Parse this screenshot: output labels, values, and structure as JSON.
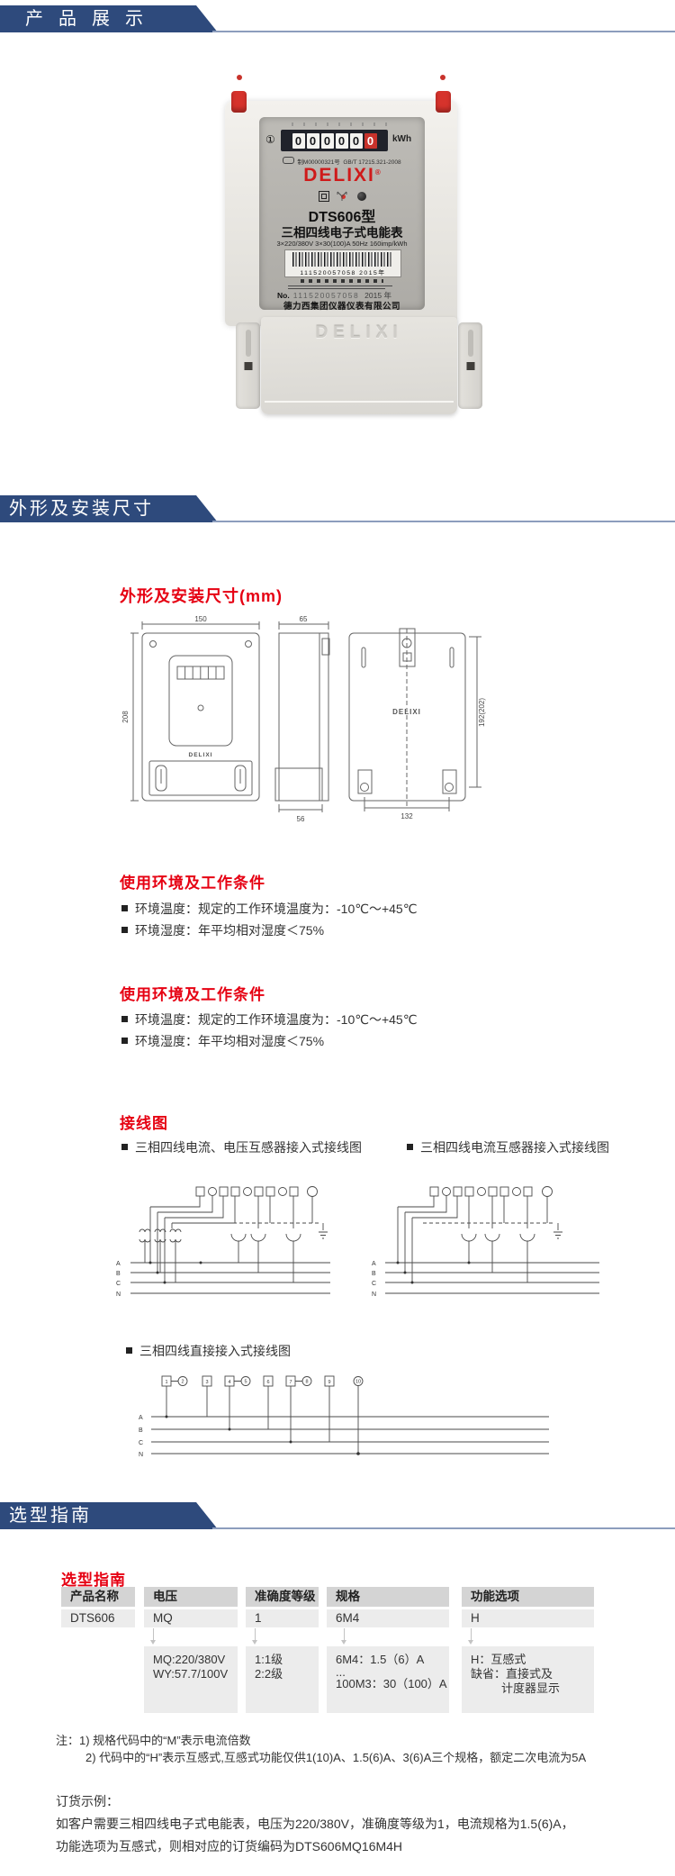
{
  "colors": {
    "banner_bg": "#2e4a7c",
    "banner_text": "#ffffff",
    "rule_line": "#8c9dbd",
    "accent_red": "#e60012",
    "brand_red": "#cf1a1a",
    "table_header_bg": "#d4d4d4",
    "table_cell_bg": "#ececec"
  },
  "banners": {
    "b1": "产品展示",
    "b2": "外形及安装尺寸",
    "b3": "选型指南"
  },
  "meter": {
    "register_class": "①",
    "register_digits": [
      "0",
      "0",
      "0",
      "0",
      "0",
      "0"
    ],
    "register_unit": "kWh",
    "approval": "制M00000321号",
    "standard": "GB/T 17215.321-2008",
    "brand": "DELIXI",
    "brand_reg": "®",
    "model": "DTS606型",
    "product_name": "三相四线电子式电能表",
    "specs": "3×220/380V 3×30(100)A 50Hz 160imp/kWh",
    "barcode_text": "111520057058  2015年",
    "serial_no_label": "No.",
    "serial_number": "111520057058",
    "serial_year": "2015 年",
    "company": "德力西集团仪器仪表有限公司",
    "embossed_logo": "DELIXI"
  },
  "dim_section": {
    "heading": "外形及安装尺寸(mm)",
    "front_width": "150",
    "front_height": "208",
    "side_top": "65",
    "side_bottom": "56",
    "back_width": "132",
    "back_height": "192(202)",
    "logo": "DELIXI"
  },
  "env_sections": [
    {
      "heading": "使用环境及工作条件",
      "items": [
        "环境温度：规定的工作环境温度为：-10℃～+45℃",
        "环境湿度：年平均相对湿度＜75%"
      ]
    },
    {
      "heading": "使用环境及工作条件",
      "items": [
        "环境温度：规定的工作环境温度为：-10℃～+45℃",
        "环境湿度：年平均相对湿度＜75%"
      ]
    }
  ],
  "wiring": {
    "heading": "接线图",
    "labels": [
      "三相四线电流、电压互感器接入式接线图",
      "三相四线电流互感器接入式接线图",
      "三相四线直接接入式接线图"
    ],
    "phase_labels": [
      "A",
      "B",
      "C",
      "N"
    ],
    "terminals": [
      "1",
      "2",
      "3",
      "4",
      "5",
      "6",
      "7",
      "8",
      "9",
      "10"
    ]
  },
  "selection": {
    "heading": "选型指南",
    "table": {
      "headers": [
        "产品名称",
        "电压",
        "准确度等级",
        "规格",
        "功能选项"
      ],
      "values": [
        "DTS606",
        "MQ",
        "1",
        "6M4",
        "H"
      ],
      "details": [
        {
          "lines": [
            "MQ:220/380V",
            "WY:57.7/100V"
          ]
        },
        {
          "lines": [
            "1:1级",
            "2:2级"
          ]
        },
        {
          "lines": [
            "6M4：1.5（6）A",
            "...",
            "100M3：30（100）A"
          ]
        },
        {
          "lines": [
            "H：互感式",
            "缺省：直接式及",
            "计度器显示"
          ]
        }
      ]
    },
    "notes": [
      "注：1) 规格代码中的“M”表示电流倍数",
      "2) 代码中的“H”表示互感式,互感式功能仅供1(10)A、1.5(6)A、3(6)A三个规格，额定二次电流为5A"
    ],
    "order_title": "订货示例：",
    "order_lines": [
      "如客户需要三相四线电子式电能表，电压为220/380V，准确度等级为1，电流规格为1.5(6)A，",
      "功能选项为互感式，则相对应的订货编码为DTS606MQ16M4H"
    ]
  }
}
